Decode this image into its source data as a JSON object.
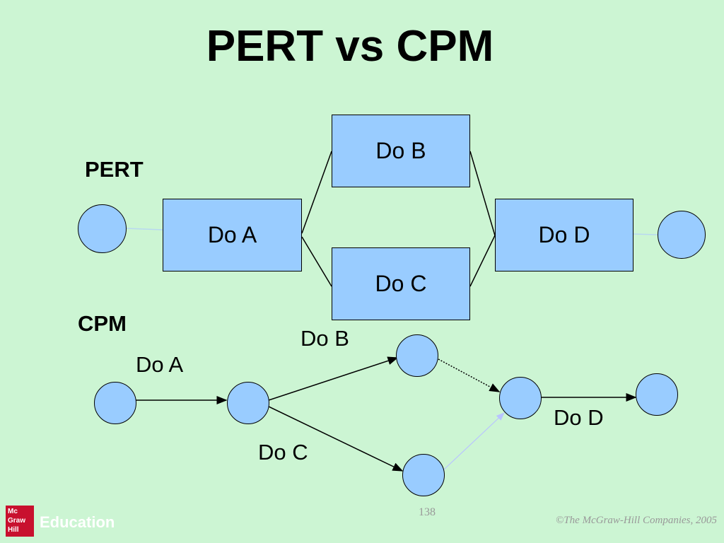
{
  "title": "PERT vs CPM",
  "pert": {
    "label": "PERT",
    "boxes": {
      "a": "Do A",
      "b": "Do B",
      "c": "Do C",
      "d": "Do D"
    }
  },
  "cpm": {
    "label": "CPM",
    "activities": {
      "a": "Do A",
      "b": "Do B",
      "c": "Do C",
      "d": "Do D"
    }
  },
  "footer": {
    "logo_lines": [
      "Mc",
      "Graw",
      "Hill"
    ],
    "logo_word": "Education",
    "page_number": "138",
    "copyright": "©The McGraw-Hill Companies, 2005"
  }
}
